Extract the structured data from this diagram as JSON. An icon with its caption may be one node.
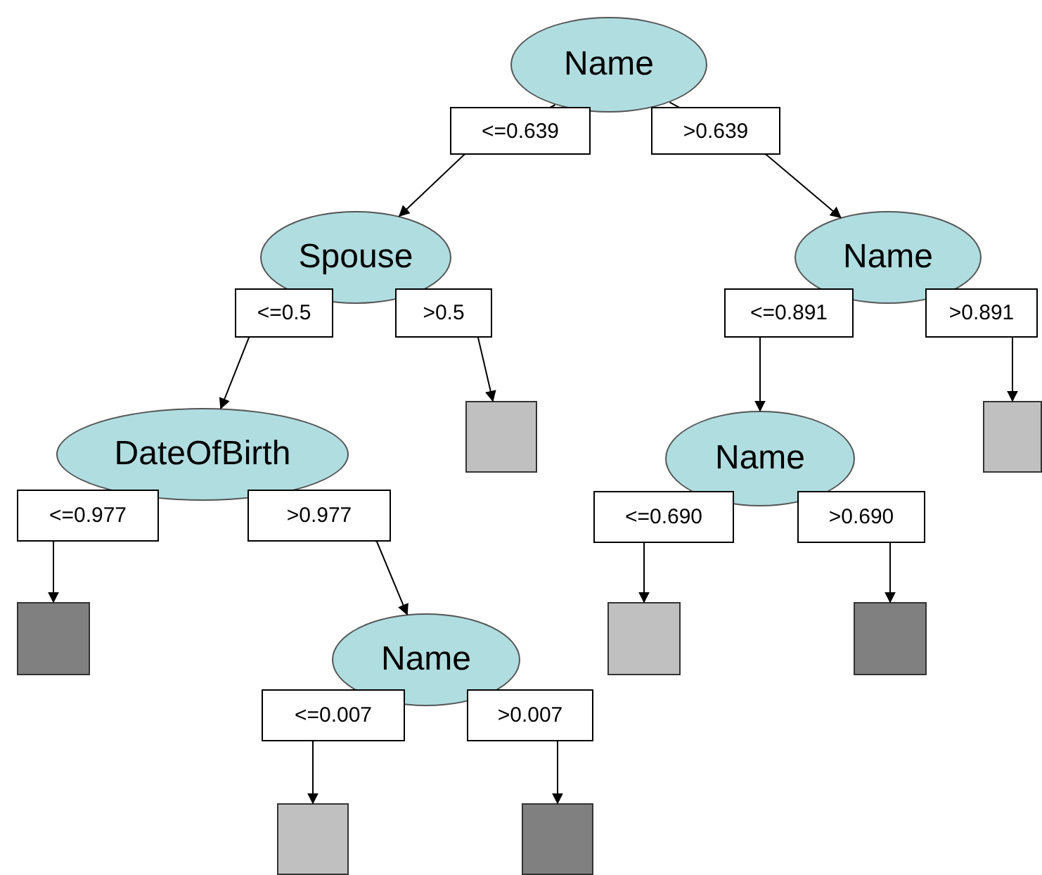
{
  "diagram": {
    "nodes": [
      {
        "text": [
          "Name"
        ]
      },
      {
        "text": [
          "Spouse"
        ]
      },
      {
        "text": [
          "Name"
        ]
      },
      {
        "text": [
          "DateOfBirth"
        ]
      },
      {
        "text": [],
        "shape": "box"
      },
      {
        "text": [
          "Name"
        ]
      },
      {
        "text": [],
        "shape": "box"
      },
      {
        "text": [],
        "shape": "box"
      },
      {
        "text": [],
        "shape": "box"
      },
      {
        "text": [],
        "shape": "box"
      },
      {
        "text": [
          "Name"
        ]
      },
      {
        "text": [],
        "shape": "box"
      },
      {
        "text": [],
        "shape": "box"
      }
    ],
    "edges": [
      {
        "from": 0,
        "to": 1,
        "arrow": "to",
        "label": "<=0.639"
      },
      {
        "from": 0,
        "to": 2,
        "arrow": "to",
        "label": ">0.639"
      },
      {
        "from": 1,
        "to": 3,
        "arrow": "to",
        "label": "<=0.5"
      },
      {
        "from": 1,
        "to": 4,
        "arrow": "to",
        "label": ">0.5"
      },
      {
        "from": 2,
        "to": 5,
        "arrow": "to",
        "label": "<=0.891"
      },
      {
        "from": 2,
        "to": 6,
        "arrow": "to",
        "label": ">0.891"
      },
      {
        "from": 3,
        "to": 7,
        "arrow": "to",
        "label": "<=0.977"
      },
      {
        "from": 3,
        "to": 10,
        "arrow": "to",
        "label": ">0.977"
      },
      {
        "from": 5,
        "to": 8,
        "arrow": "to",
        "label": "<=0.690"
      },
      {
        "from": 5,
        "to": 9,
        "arrow": "to",
        "label": ">0.690"
      },
      {
        "from": 10,
        "to": 11,
        "arrow": "to",
        "label": "<=0.007"
      },
      {
        "from": 10,
        "to": 12,
        "arrow": "to",
        "label": ">0.007"
      }
    ]
  }
}
